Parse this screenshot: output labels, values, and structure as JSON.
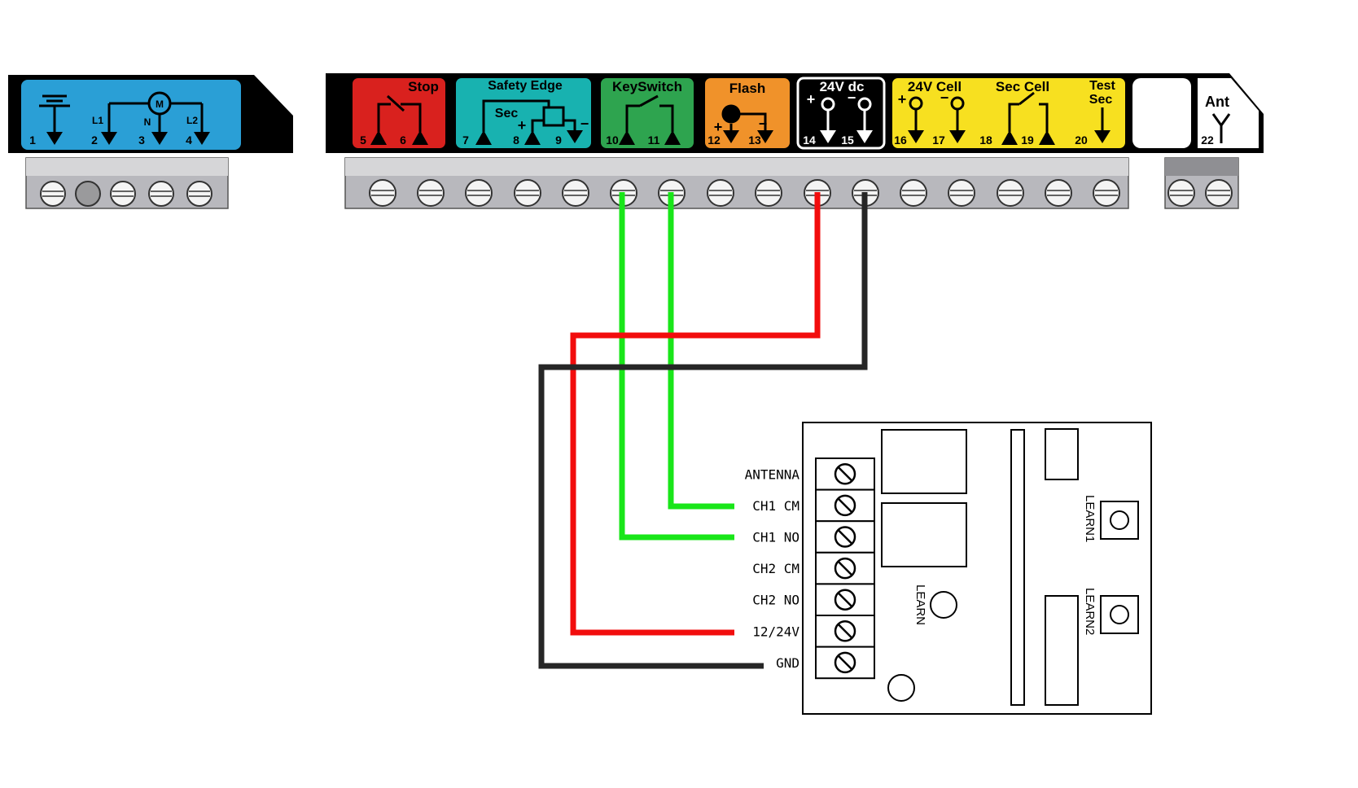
{
  "colors": {
    "motor_blue": "#2a9fd6",
    "stop_red": "#d9211e",
    "safety_teal": "#18b2b0",
    "key_green": "#2ea44f",
    "flash_orange": "#f0922a",
    "cell_yellow": "#f7e020",
    "wire_green": "#19e619",
    "wire_red": "#f20d0d",
    "wire_black": "#262626"
  },
  "motor_block": {
    "pins": [
      "1",
      "2",
      "3",
      "4"
    ],
    "labels": {
      "L1": "L1",
      "N": "N",
      "L2": "L2",
      "M": "M"
    }
  },
  "control_block": {
    "groups": {
      "stop": "Stop",
      "safety_edge": "Safety Edge",
      "sec": "Sec",
      "keyswitch": "KeySwitch",
      "flash": "Flash",
      "dc24": "24V dc",
      "cell24": "24V Cell",
      "sec_cell": "Sec Cell",
      "test_sec_1": "Test",
      "test_sec_2": "Sec",
      "ant": "Ant"
    },
    "pins": [
      "5",
      "6",
      "7",
      "8",
      "9",
      "10",
      "11",
      "12",
      "13",
      "14",
      "15",
      "16",
      "17",
      "18",
      "19",
      "20",
      "22"
    ],
    "polarity": {
      "plus": "+",
      "minus": "−"
    }
  },
  "receiver": {
    "terminals": [
      "ANTENNA",
      "CH1 CM",
      "CH1 NO",
      "CH2 CM",
      "CH2 NO",
      "12/24V",
      "GND"
    ],
    "learn": "LEARN",
    "learn1": "LEARN1",
    "learn2": "LEARN2"
  },
  "wiring": [
    {
      "from": "10",
      "to": "CH1 NO",
      "color": "green"
    },
    {
      "from": "11",
      "to": "CH1 CM",
      "color": "green"
    },
    {
      "from": "14",
      "to": "12/24V",
      "color": "red"
    },
    {
      "from": "15",
      "to": "GND",
      "color": "black"
    }
  ]
}
